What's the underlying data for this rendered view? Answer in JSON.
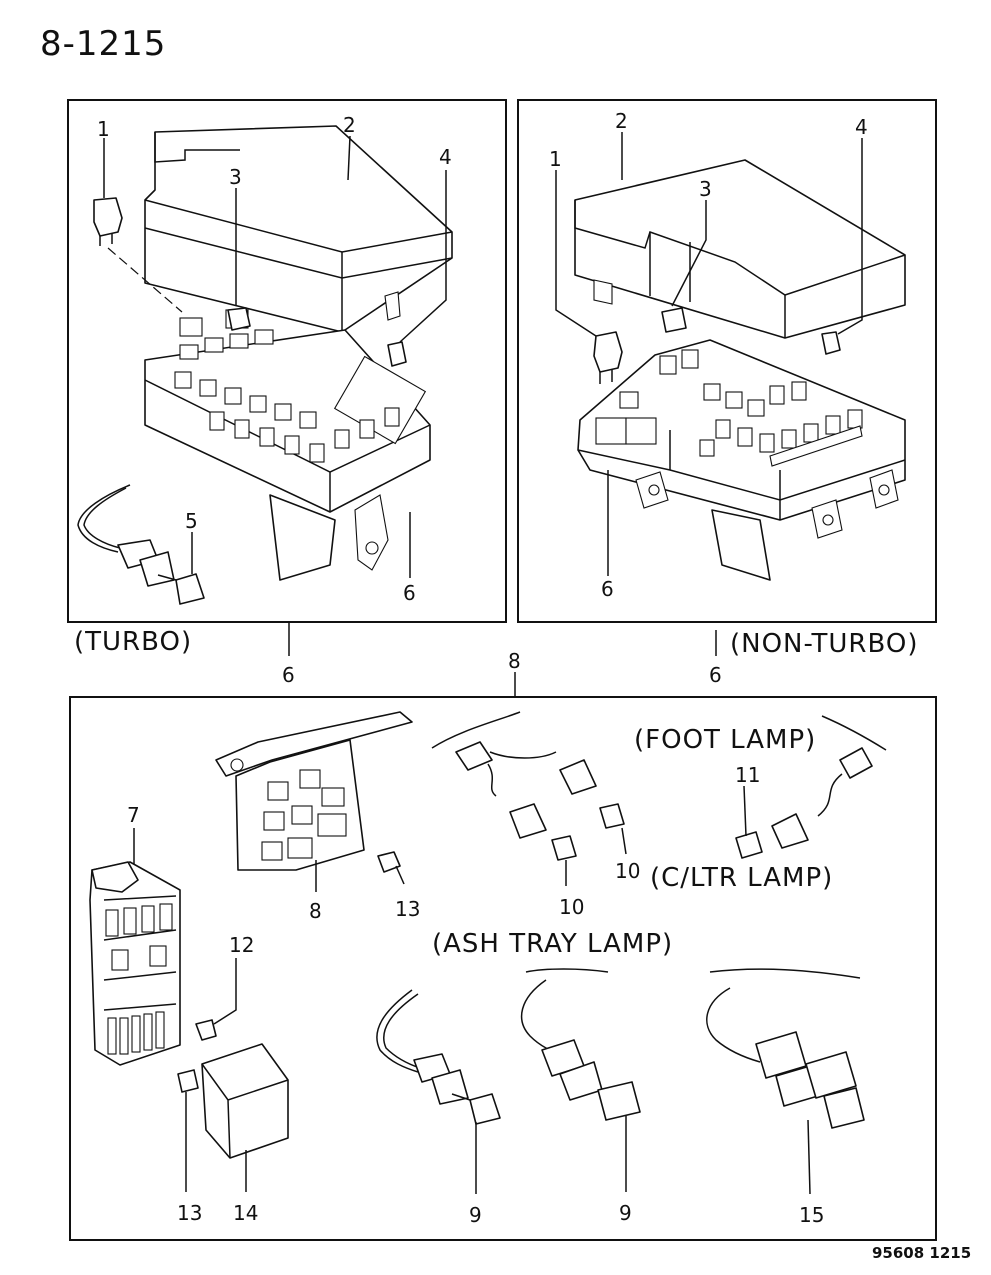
{
  "header": {
    "page_number": "8-1215"
  },
  "footer": {
    "code": "95608  1215"
  },
  "panels": {
    "turbo": {
      "caption": "(TURBO)",
      "bottom_callout": "6"
    },
    "non_turbo": {
      "caption": "(NON-TURBO)",
      "bottom_callout": "6"
    },
    "lower": {
      "top_callout": "8"
    }
  },
  "callouts": {
    "t1": "1",
    "t2": "2",
    "t3": "3",
    "t4": "4",
    "t5": "5",
    "t6": "6",
    "n1": "1",
    "n2": "2",
    "n3": "3",
    "n4": "4",
    "n6": "6",
    "l7": "7",
    "l8": "8",
    "l13a": "13",
    "l10a": "10",
    "l10b": "10",
    "l11": "11",
    "l12": "12",
    "l13b": "13",
    "l14": "14",
    "l9a": "9",
    "l9b": "9",
    "l15": "15"
  },
  "labels": {
    "foot_lamp": "(FOOT LAMP)",
    "cltr_lamp": "(C/LTR LAMP)",
    "ash_tray_lamp": "(ASH TRAY LAMP)"
  }
}
